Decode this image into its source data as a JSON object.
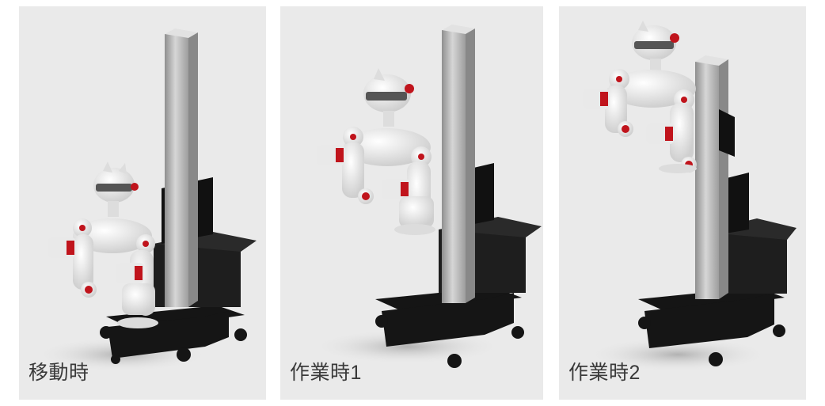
{
  "panels": [
    {
      "caption": "移動時"
    },
    {
      "caption": "作業時1"
    },
    {
      "caption": "作業時2"
    }
  ],
  "colors": {
    "accent": "#c0141c",
    "body": "#f2f2f2",
    "cart": "#141414",
    "pillar": "#bdbdbd",
    "background": "#eaeaea"
  }
}
